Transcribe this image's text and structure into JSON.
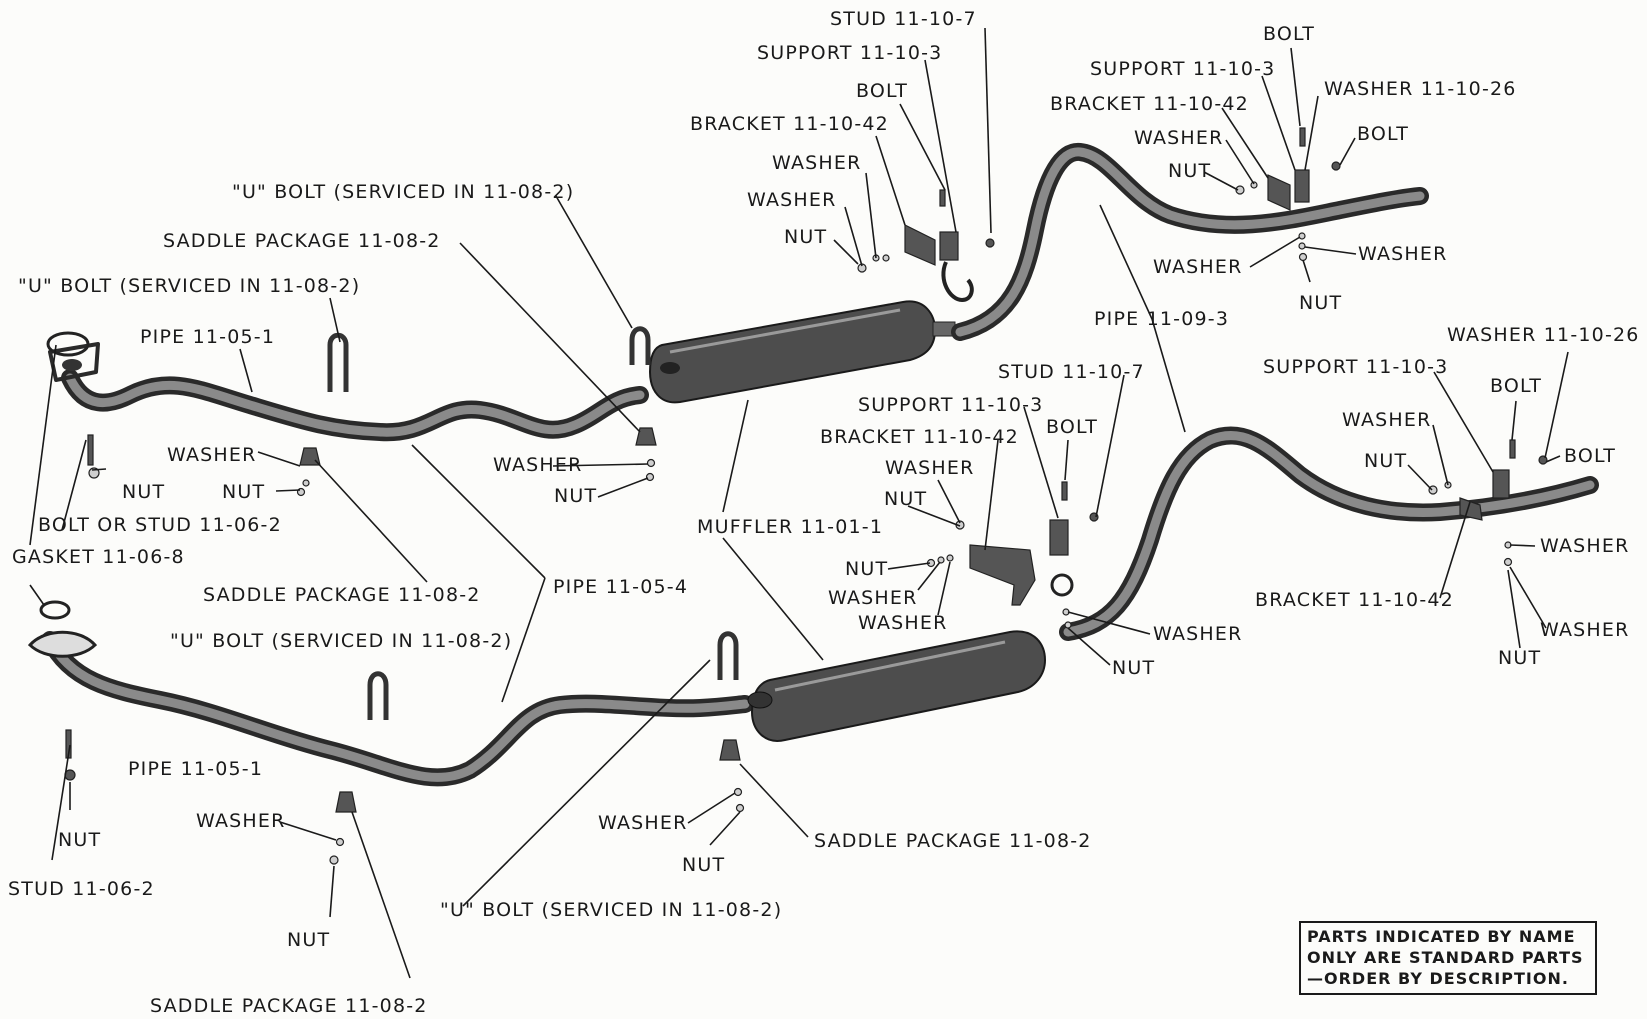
{
  "labels": {
    "stud_11_10_7_top": "STUD  11-10-7",
    "support_11_10_3_top": "SUPPORT  11-10-3",
    "bolt_top_mid": "BOLT",
    "bracket_11_10_42_top": "BRACKET  11-10-42",
    "washer_top_1": "WASHER",
    "washer_top_2": "WASHER",
    "nut_top_mid": "NUT",
    "u_bolt_1": "\"U\" BOLT (SERVICED IN 11-08-2)",
    "saddle_package_1": "SADDLE PACKAGE  11-08-2",
    "u_bolt_2": "\"U\" BOLT  (SERVICED IN 11-08-2)",
    "pipe_11_05_1_top": "PIPE  11-05-1",
    "washer_left_1": "WASHER",
    "nut_left_1": "NUT",
    "nut_left_2": "NUT",
    "bolt_or_stud": "BOLT  OR  STUD  11-06-2",
    "gasket": "GASKET  11-06-8",
    "washer_mid_1": "WASHER",
    "nut_mid_1": "NUT",
    "saddle_package_2": "SADDLE PACKAGE  11-08-2",
    "pipe_11_05_4": "PIPE  11-05-4",
    "muffler": "MUFFLER  11-01-1",
    "u_bolt_3": "\"U\"  BOLT  (SERVICED IN 11-08-2)",
    "pipe_11_05_1_bottom": "PIPE  11-05-1",
    "nut_bottom_left": "NUT",
    "stud_11_06_2": "STUD  11-06-2",
    "washer_bottom_1": "WASHER",
    "nut_bottom_1": "NUT",
    "saddle_package_3": "SADDLE PACKAGE  11-08-2",
    "u_bolt_4": "\"U\"  BOLT  (SERVICED IN 11-08-2)",
    "washer_bottom_2": "WASHER",
    "nut_bottom_2": "NUT",
    "saddle_package_4": "SADDLE PACKAGE  11-08-2",
    "bolt_top_right": "BOLT",
    "support_top_right": "SUPPORT  11-10-3",
    "washer_11_10_26_top": "WASHER  11-10-26",
    "bracket_top_right": "BRACKET  11-10-42",
    "bolt_top_right_2": "BOLT",
    "washer_tr_1": "WASHER",
    "nut_tr_1": "NUT",
    "washer_tr_2": "WASHER",
    "washer_tr_3": "WASHER",
    "nut_tr_2": "NUT",
    "pipe_11_09_3": "PIPE  11-09-3",
    "stud_11_10_7_mid": "STUD  11-10-7",
    "support_mid": "SUPPORT  11-10-3",
    "bracket_mid": "BRACKET  11-10-42",
    "bolt_mid": "BOLT",
    "washer_mid_r1": "WASHER",
    "nut_mid_r1": "NUT",
    "nut_mid_r2": "NUT",
    "washer_mid_r2": "WASHER",
    "washer_mid_r3": "WASHER",
    "washer_mid_r4": "WASHER",
    "nut_mid_r3": "NUT",
    "washer_11_10_26_right": "WASHER  11-10-26",
    "support_right": "SUPPORT  11-10-3",
    "bolt_right_1": "BOLT",
    "washer_right_1": "WASHER",
    "nut_right_1": "NUT",
    "bolt_right_2": "BOLT",
    "washer_right_2": "WASHER",
    "bracket_right": "BRACKET  11-10-42",
    "washer_right_3": "WASHER",
    "nut_right_2": "NUT"
  },
  "note": {
    "line1": "PARTS INDICATED BY NAME",
    "line2": "ONLY ARE STANDARD PARTS",
    "line3": "—ORDER BY DESCRIPTION."
  }
}
